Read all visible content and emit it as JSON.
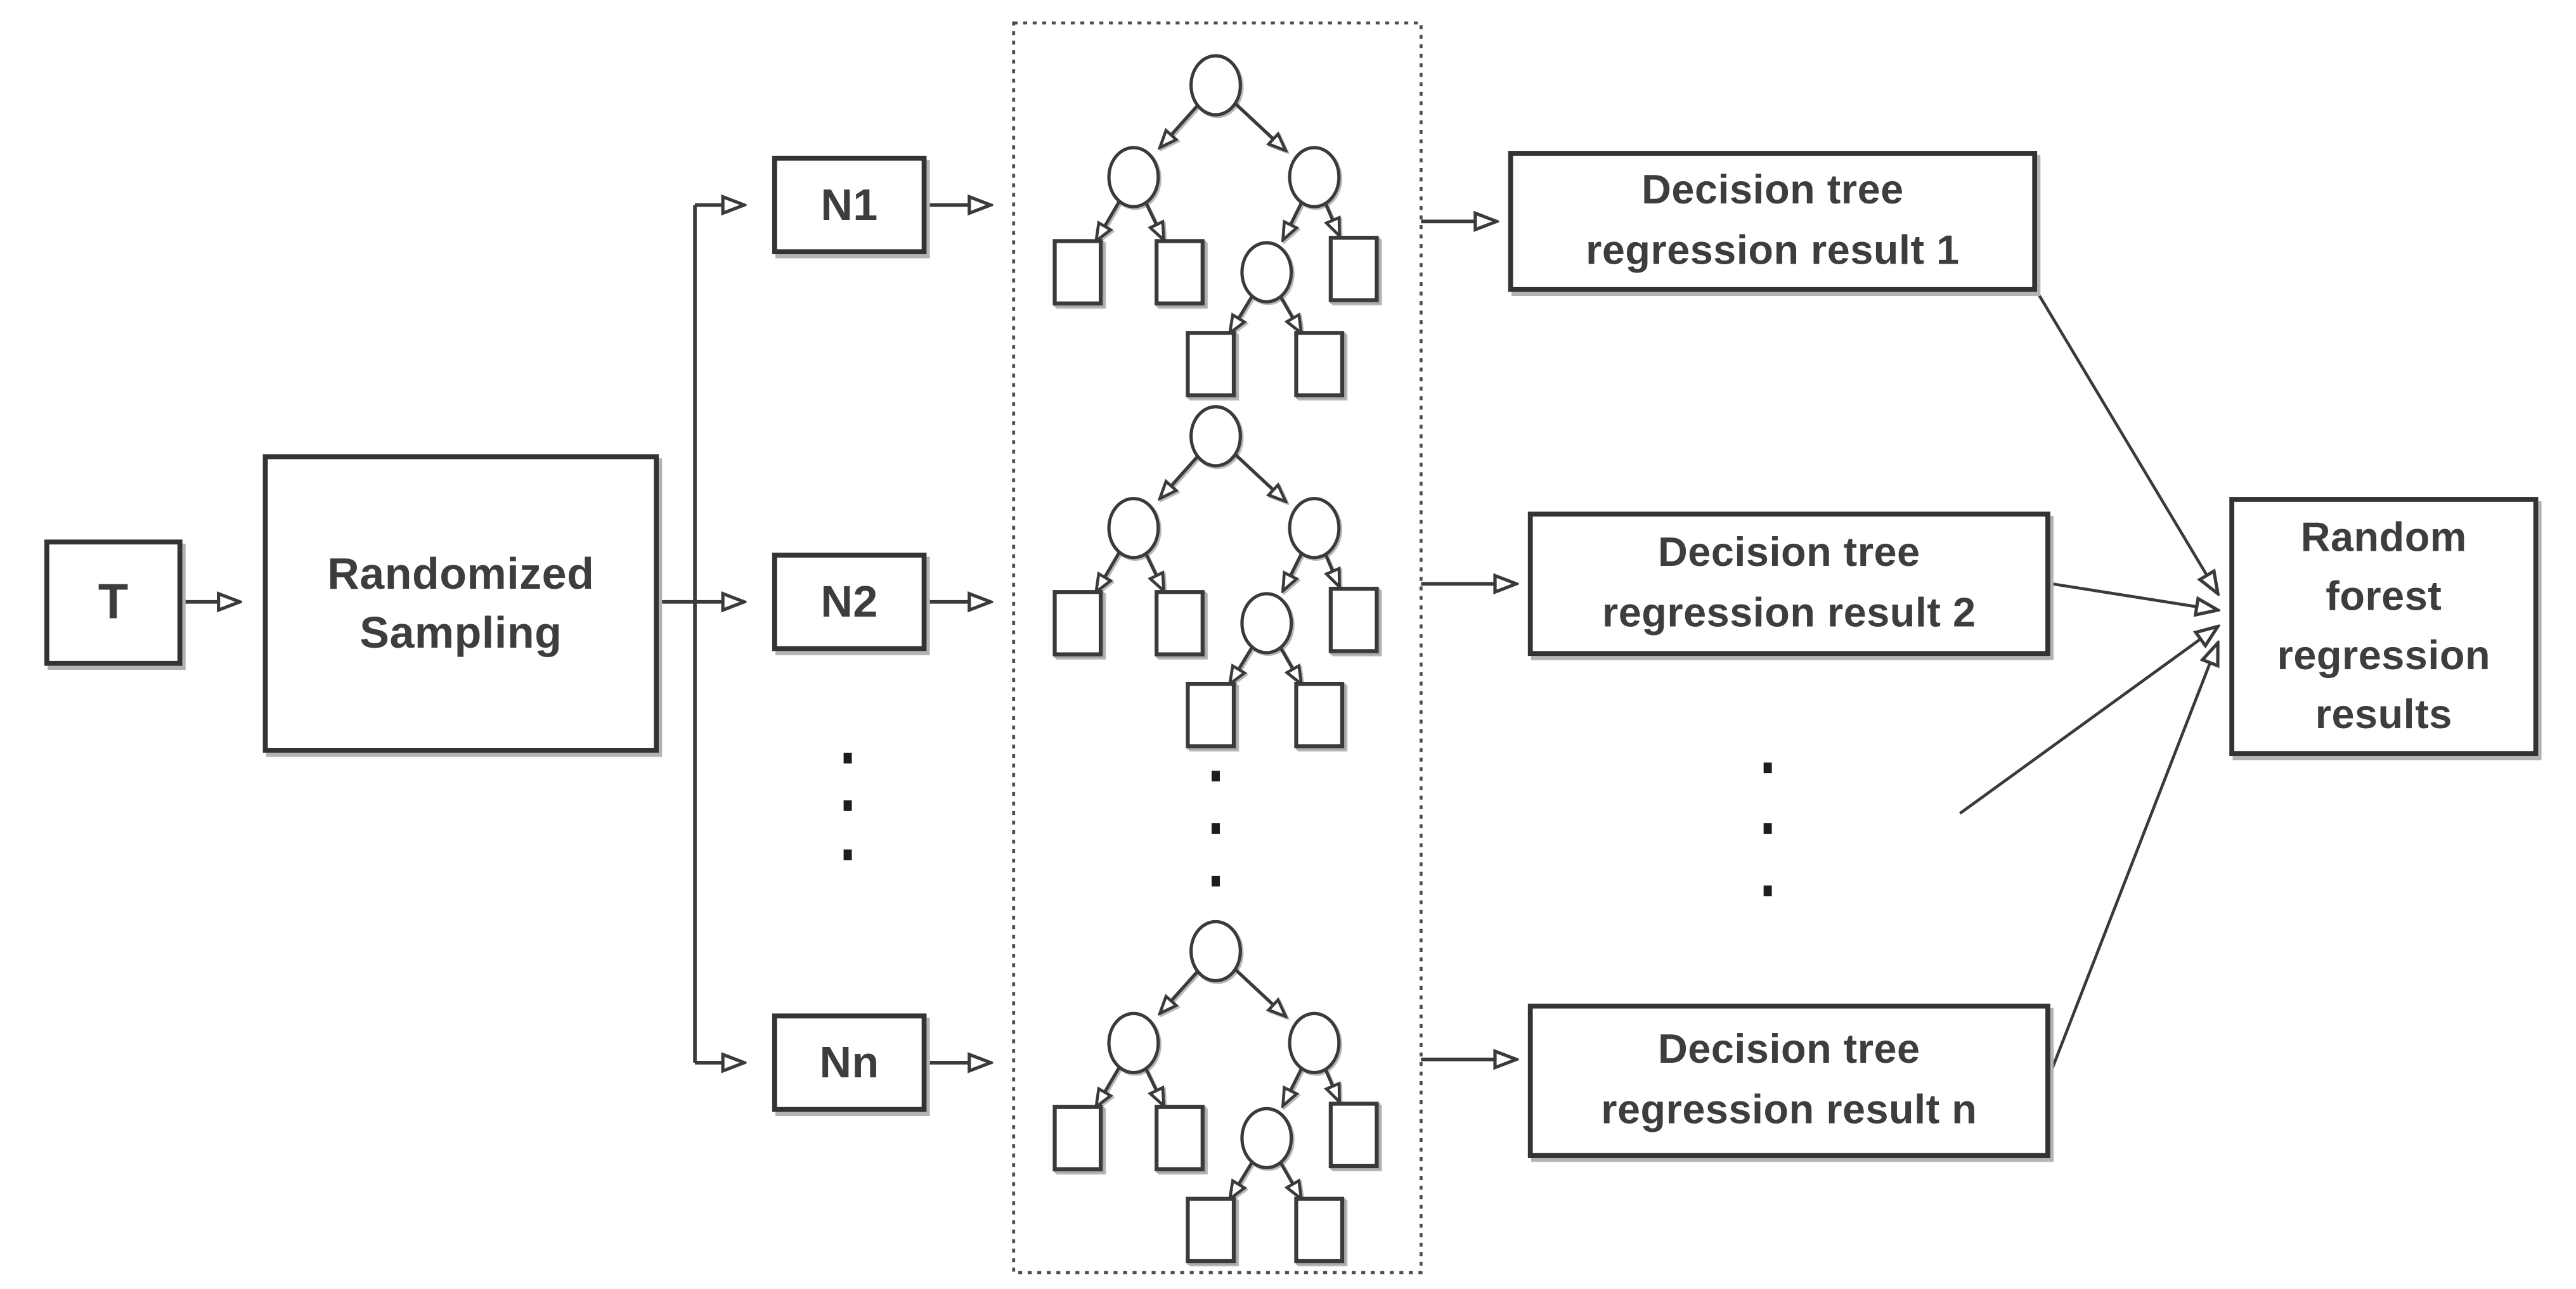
{
  "nodes": {
    "input": "T",
    "sampling": "Randomized Sampling",
    "subsets": [
      {
        "label": "N1"
      },
      {
        "label": "N2"
      },
      {
        "label": "Nn"
      }
    ],
    "results": [
      {
        "line1": "Decision tree",
        "line2": "regression result 1"
      },
      {
        "line1": "Decision tree",
        "line2": "regression result 2"
      },
      {
        "line1": "Decision tree",
        "line2": "regression result n"
      }
    ],
    "final": {
      "line1": "Random",
      "line2": "forest",
      "line3": "regression",
      "line4": "results"
    }
  },
  "icons": {
    "arrowhead": "hollow-triangle-right",
    "vertical_ellipsis": "three-vertical-dots",
    "decision_tree": "tree-of-circle-nodes-and-square-leaves",
    "trees_container": "dotted-rectangle"
  },
  "colors": {
    "background": "#ffffff",
    "line": "#3a3a3a",
    "box_border": "#333333",
    "box_fill": "#ffffff",
    "text": "#3d3d3d",
    "shadow": "#b3b3b3",
    "dotted_border": "#4d4d4d",
    "dot": "#1d1d1d"
  }
}
